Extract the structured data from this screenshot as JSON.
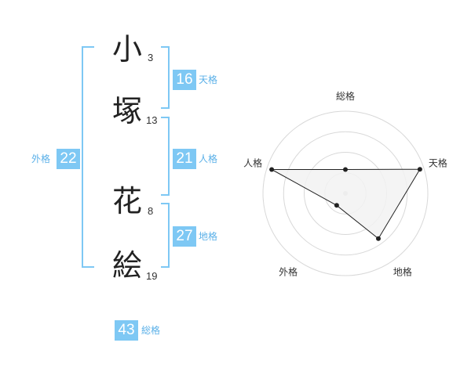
{
  "name": {
    "characters": [
      {
        "char": "小",
        "strokes": "3"
      },
      {
        "char": "塚",
        "strokes": "13"
      },
      {
        "char": "花",
        "strokes": "8"
      },
      {
        "char": "絵",
        "strokes": "19"
      }
    ]
  },
  "fortune": {
    "tenkaku": {
      "value": "16",
      "label": "天格"
    },
    "jinkaku": {
      "value": "21",
      "label": "人格"
    },
    "chikaku": {
      "value": "27",
      "label": "地格"
    },
    "gaikaku": {
      "value": "22",
      "label": "外格"
    },
    "soukaku": {
      "value": "43",
      "label": "総格"
    }
  },
  "chart_data": {
    "type": "radar",
    "axes": [
      "総格",
      "天格",
      "地格",
      "外格",
      "人格"
    ],
    "values": [
      1.45,
      4.75,
      3.4,
      0.9,
      4.7
    ],
    "rmax": 5,
    "rings": 4,
    "fill": "#f2f2f2",
    "stroke": "#222222"
  }
}
